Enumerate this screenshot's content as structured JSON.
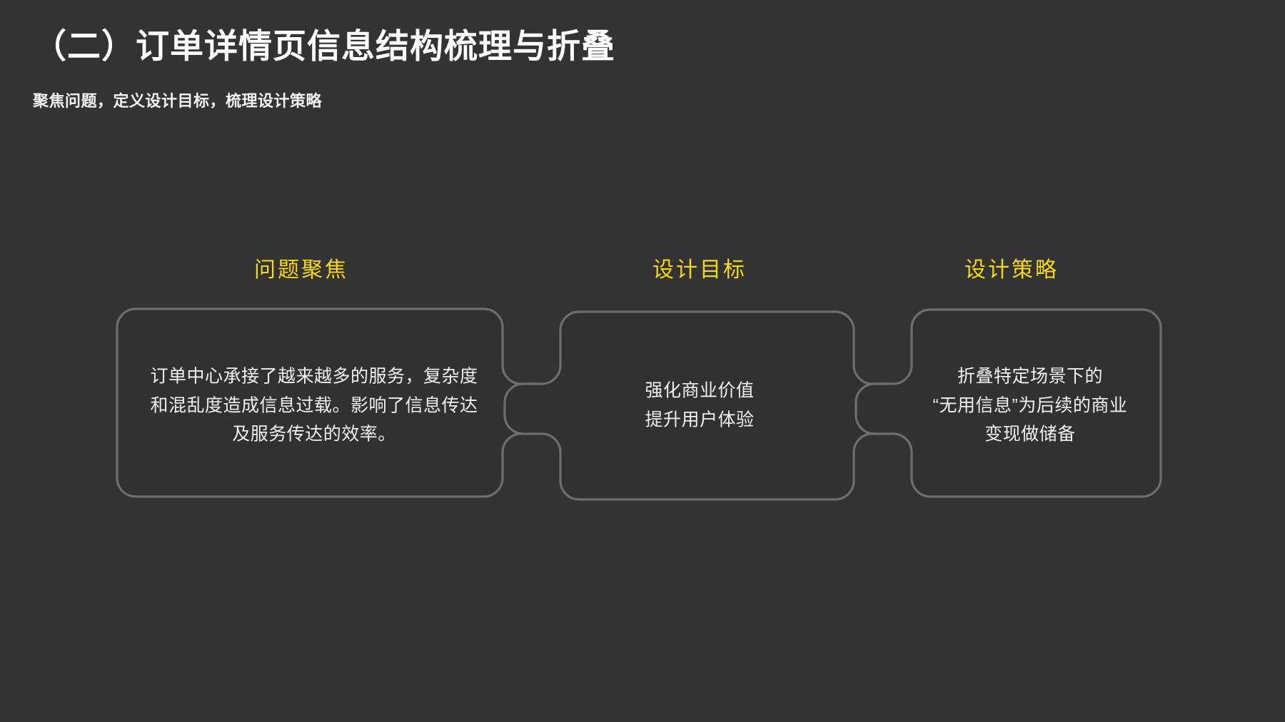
{
  "slide": {
    "title": "（二）订单详情页信息结构梳理与折叠",
    "subtitle": "聚焦问题，定义设计目标，梳理设计策略",
    "background_color": "#333333",
    "accent_color": "#f5d71b",
    "card_fill_color": "#313131",
    "card_border_color": "#6e6e6e",
    "body_text_color": "#f0f0f0"
  },
  "columns": [
    {
      "heading": "问题聚焦",
      "body": "订单中心承接了越来越多的服务，复杂度\n和混乱度造成信息过载。影响了信息传达\n及服务传达的效率。"
    },
    {
      "heading": "设计目标",
      "body": "强化商业价值\n提升用户体验"
    },
    {
      "heading": "设计策略",
      "body": "折叠特定场景下的\n“无用信息”为后续的商业\n变现做储备"
    }
  ]
}
